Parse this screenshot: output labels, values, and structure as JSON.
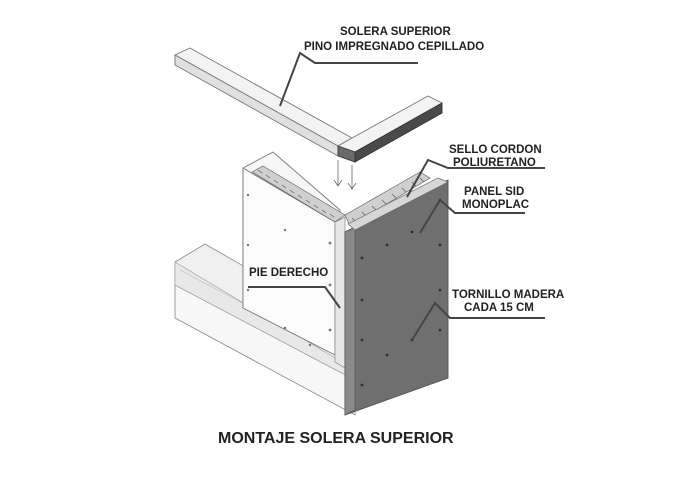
{
  "labels": {
    "solera_line1": "SOLERA SUPERIOR",
    "solera_line2": "PINO IMPREGNADO CEPILLADO",
    "sello_line1": "SELLO CORDON",
    "sello_line2": "POLIURETANO",
    "panel_line1": "PANEL SID",
    "panel_line2": "MONOPLAC",
    "pie": "PIE DERECHO",
    "tornillo_line1": "TORNILLO MADERA",
    "tornillo_line2": "CADA 15 CM"
  },
  "title": "MONTAJE SOLERA SUPERIOR",
  "colors": {
    "panel_dark": "#6f6f6f",
    "panel_shadow": "#8a8a8a",
    "wall_light": "#f4f4f4",
    "outline": "#777777",
    "leader": "#444444"
  }
}
